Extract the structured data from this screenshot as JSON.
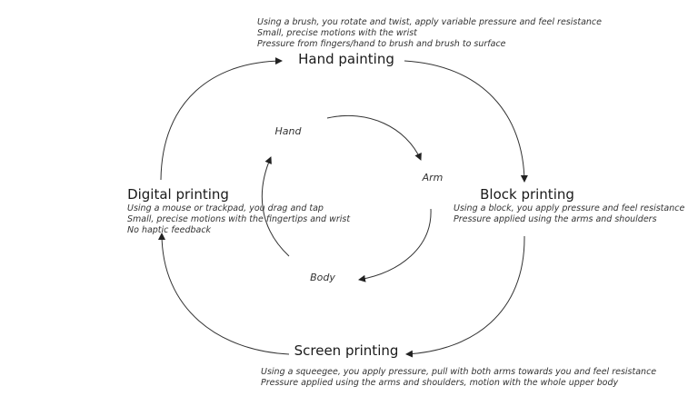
{
  "stages": {
    "hand_painting": {
      "title": "Hand painting",
      "lines": [
        "Using a brush, you rotate and twist, apply variable pressure and feel resistance",
        "Small, precise motions with the wrist",
        "Pressure from fingers/hand to brush and brush to surface"
      ]
    },
    "block_printing": {
      "title": "Block printing",
      "lines": [
        "Using a block, you apply pressure and feel resistance",
        "Pressure applied using the arms and shoulders"
      ]
    },
    "screen_printing": {
      "title": "Screen printing",
      "lines": [
        "Using a squeegee, you apply pressure, pull with both arms towards you and feel resistance",
        "Pressure applied using the arms and shoulders, motion with the whole upper body"
      ]
    },
    "digital_printing": {
      "title": "Digital printing",
      "lines": [
        "Using a mouse or trackpad, you drag and tap",
        "Small, precise motions with the fingertips and wrist",
        "No haptic feedback"
      ]
    }
  },
  "inner_cycle": {
    "hand": "Hand",
    "arm": "Arm",
    "body": "Body"
  }
}
